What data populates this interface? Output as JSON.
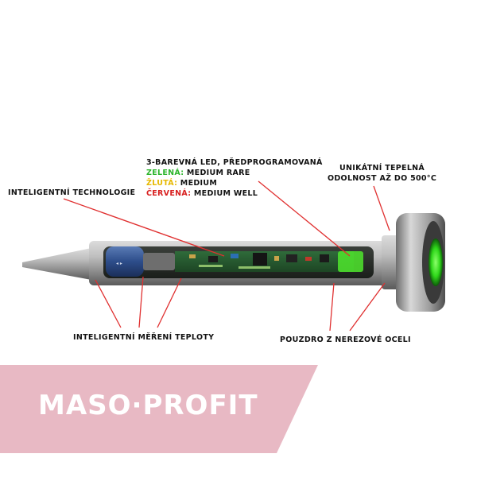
{
  "labels": {
    "intelligent_tech": "INTELIGENTNÍ TECHNOLOGIE",
    "led_title": "3-BAREVNÁ LED, PŘEDPROGRAMOVANÁ",
    "led_rows": [
      {
        "color_name": "ZELENÁ:",
        "level": " MEDIUM RARE",
        "color": "#2db52d"
      },
      {
        "color_name": "ŽLUTÁ:",
        "level": " MEDIUM",
        "color": "#e6b800"
      },
      {
        "color_name": "ČERVENÁ:",
        "level": " MEDIUM WELL",
        "color": "#d81f1f"
      }
    ],
    "heat_line1": "UNIKÁTNÍ TEPELNÁ",
    "heat_line2": "ODOLNOST AŽ DO 500°C",
    "temp_measure": "INTELIGENTNÍ MĚŘENÍ TEPLOTY",
    "steel_case": "POUZDRO Z NEREZOVÉ OCELI"
  },
  "brand": {
    "logo_text": "MASO·PROFIT",
    "banner_color": "#e8b9c4"
  },
  "colors": {
    "leader_line": "#e03030",
    "led_glow": "#5cff3a"
  }
}
